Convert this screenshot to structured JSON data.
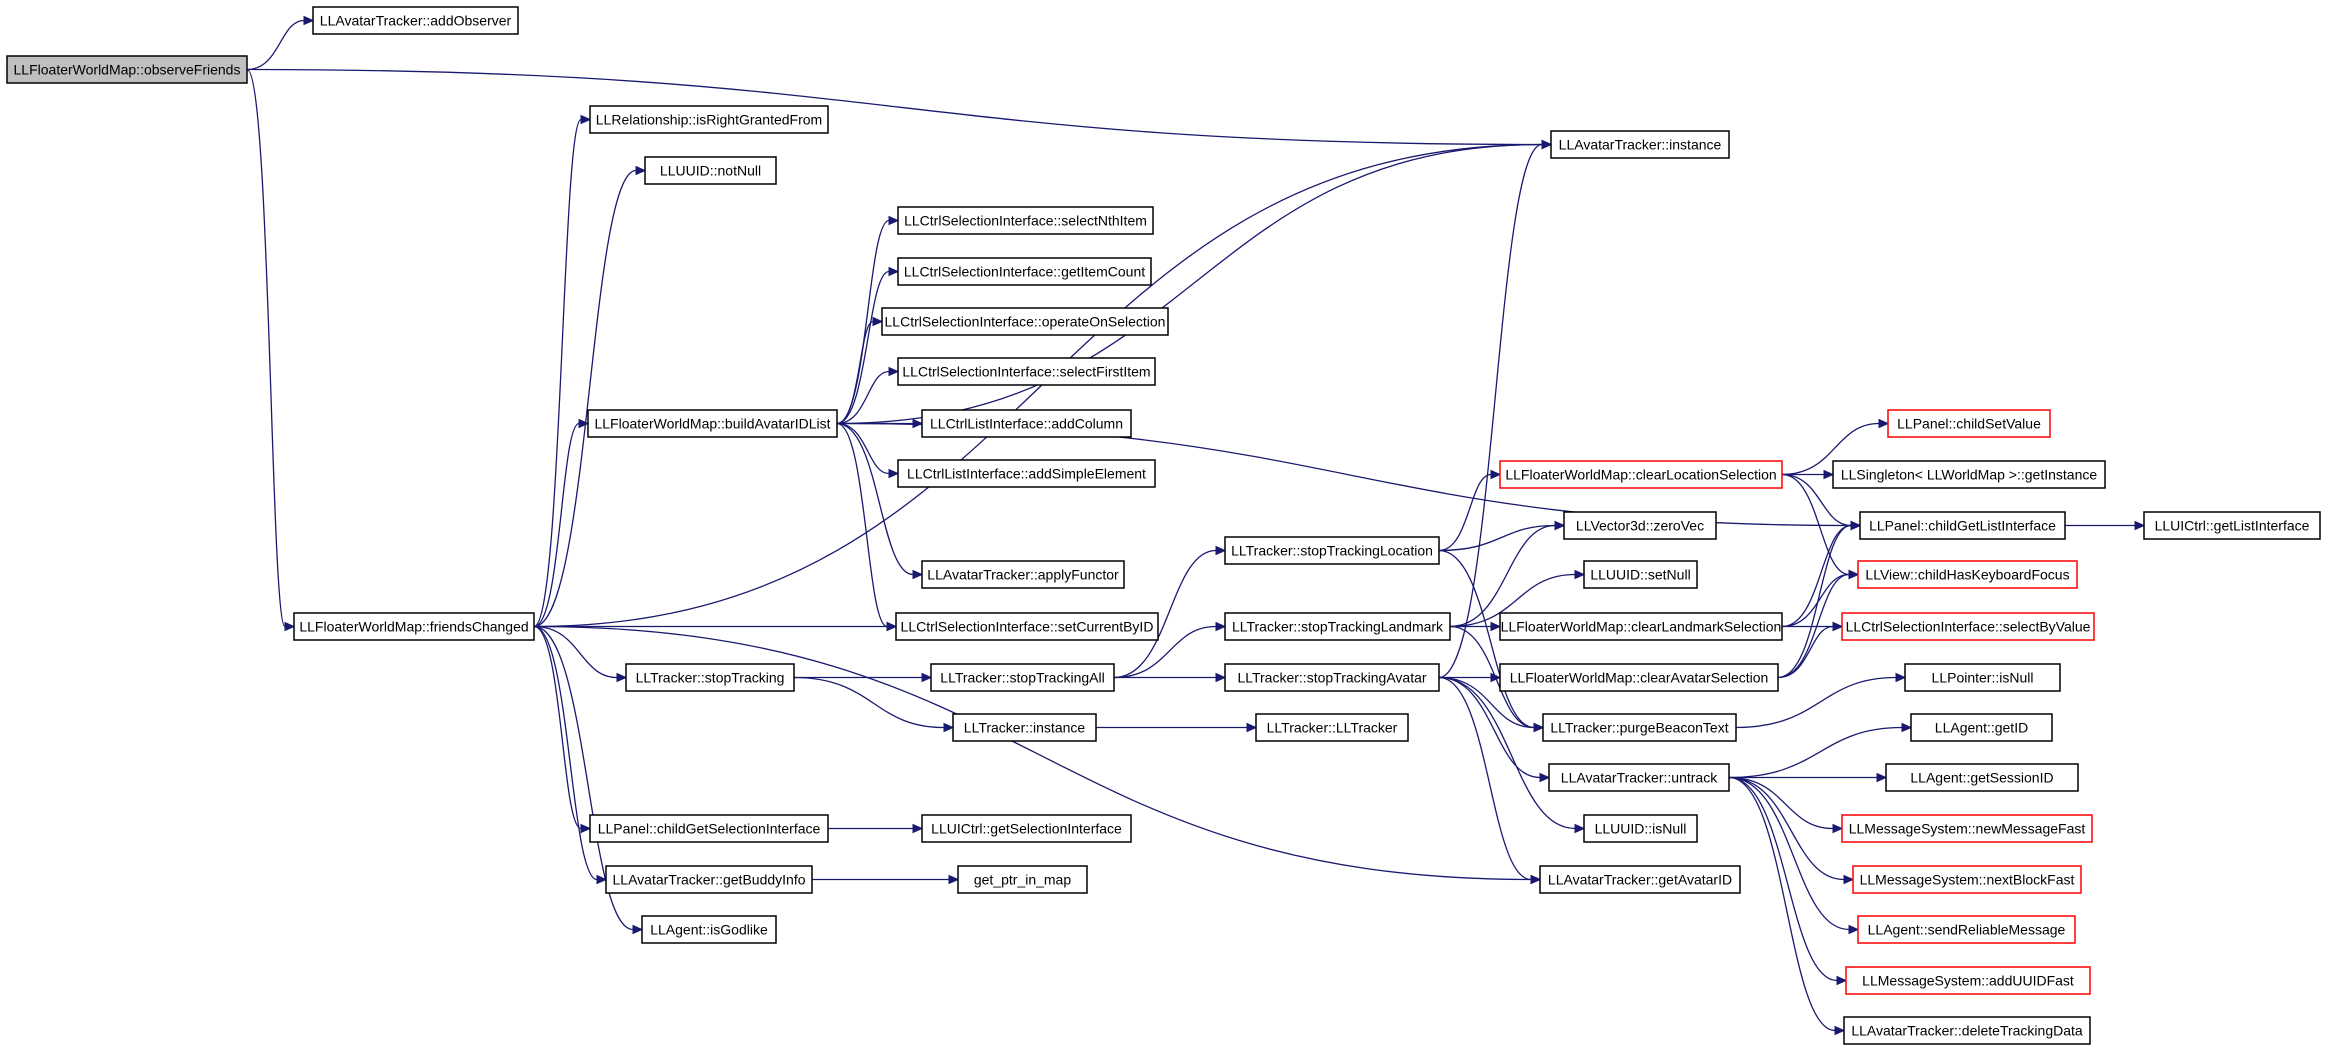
{
  "colors": {
    "edge": "#191970",
    "node_border": "#000000",
    "highlight_border": "#ff0000",
    "root_fill": "#bfbfbf"
  },
  "nodes": [
    {
      "id": "observeFriends",
      "label": "LLFloaterWorldMap::observeFriends",
      "root": true
    },
    {
      "id": "addObserver",
      "label": "LLAvatarTracker::addObserver"
    },
    {
      "id": "isRightGranted",
      "label": "LLRelationship::isRightGrantedFrom"
    },
    {
      "id": "notNull",
      "label": "LLUUID::notNull"
    },
    {
      "id": "avInstance",
      "label": "LLAvatarTracker::instance"
    },
    {
      "id": "selectNth",
      "label": "LLCtrlSelectionInterface::selectNthItem"
    },
    {
      "id": "getItemCount",
      "label": "LLCtrlSelectionInterface::getItemCount"
    },
    {
      "id": "operateOnSel",
      "label": "LLCtrlSelectionInterface::operateOnSelection"
    },
    {
      "id": "selectFirst",
      "label": "LLCtrlSelectionInterface::selectFirstItem"
    },
    {
      "id": "buildAvatar",
      "label": "LLFloaterWorldMap::buildAvatarIDList"
    },
    {
      "id": "addColumn",
      "label": "LLCtrlListInterface::addColumn"
    },
    {
      "id": "addSimple",
      "label": "LLCtrlListInterface::addSimpleElement"
    },
    {
      "id": "childSetValue",
      "label": "LLPanel::childSetValue",
      "red": true
    },
    {
      "id": "clearLocSel",
      "label": "LLFloaterWorldMap::clearLocationSelection",
      "red": true
    },
    {
      "id": "singleton",
      "label": "LLSingleton< LLWorldMap >::getInstance"
    },
    {
      "id": "childGetList",
      "label": "LLPanel::childGetListInterface"
    },
    {
      "id": "uiGetList",
      "label": "LLUICtrl::getListInterface"
    },
    {
      "id": "zeroVec",
      "label": "LLVector3d::zeroVec"
    },
    {
      "id": "stopTrackLoc",
      "label": "LLTracker::stopTrackingLocation"
    },
    {
      "id": "applyFunctor",
      "label": "LLAvatarTracker::applyFunctor"
    },
    {
      "id": "setNull",
      "label": "LLUUID::setNull"
    },
    {
      "id": "childHasKb",
      "label": "LLView::childHasKeyboardFocus",
      "red": true
    },
    {
      "id": "friendsChanged",
      "label": "LLFloaterWorldMap::friendsChanged"
    },
    {
      "id": "setCurrentById",
      "label": "LLCtrlSelectionInterface::setCurrentByID"
    },
    {
      "id": "stopTrackLand",
      "label": "LLTracker::stopTrackingLandmark"
    },
    {
      "id": "clearLandSel",
      "label": "LLFloaterWorldMap::clearLandmarkSelection"
    },
    {
      "id": "selectByValue",
      "label": "LLCtrlSelectionInterface::selectByValue",
      "red": true
    },
    {
      "id": "stopTracking",
      "label": "LLTracker::stopTracking"
    },
    {
      "id": "stopTrackAll",
      "label": "LLTracker::stopTrackingAll"
    },
    {
      "id": "stopTrackAv",
      "label": "LLTracker::stopTrackingAvatar"
    },
    {
      "id": "clearAvSel",
      "label": "LLFloaterWorldMap::clearAvatarSelection"
    },
    {
      "id": "isNullPtr",
      "label": "LLPointer::isNull"
    },
    {
      "id": "trInstance",
      "label": "LLTracker::instance"
    },
    {
      "id": "trCtor",
      "label": "LLTracker::LLTracker"
    },
    {
      "id": "purgeBeacon",
      "label": "LLTracker::purgeBeaconText"
    },
    {
      "id": "getID",
      "label": "LLAgent::getID"
    },
    {
      "id": "untrack",
      "label": "LLAvatarTracker::untrack"
    },
    {
      "id": "getSessionID",
      "label": "LLAgent::getSessionID"
    },
    {
      "id": "childGetSel",
      "label": "LLPanel::childGetSelectionInterface"
    },
    {
      "id": "uiGetSel",
      "label": "LLUICtrl::getSelectionInterface"
    },
    {
      "id": "uuidIsNull",
      "label": "LLUUID::isNull"
    },
    {
      "id": "newMsgFast",
      "label": "LLMessageSystem::newMessageFast",
      "red": true
    },
    {
      "id": "getBuddyInfo",
      "label": "LLAvatarTracker::getBuddyInfo"
    },
    {
      "id": "getPtrInMap",
      "label": "get_ptr_in_map"
    },
    {
      "id": "getAvatarID",
      "label": "LLAvatarTracker::getAvatarID"
    },
    {
      "id": "nextBlockFast",
      "label": "LLMessageSystem::nextBlockFast",
      "red": true
    },
    {
      "id": "isGodlike",
      "label": "LLAgent::isGodlike"
    },
    {
      "id": "sendReliable",
      "label": "LLAgent::sendReliableMessage",
      "red": true
    },
    {
      "id": "addUUIDFast",
      "label": "LLMessageSystem::addUUIDFast",
      "red": true
    },
    {
      "id": "deleteTrack",
      "label": "LLAvatarTracker::deleteTrackingData"
    }
  ],
  "edges": [
    [
      "observeFriends",
      "addObserver"
    ],
    [
      "observeFriends",
      "avInstance"
    ],
    [
      "observeFriends",
      "friendsChanged"
    ],
    [
      "friendsChanged",
      "isRightGranted"
    ],
    [
      "friendsChanged",
      "notNull"
    ],
    [
      "friendsChanged",
      "avInstance"
    ],
    [
      "friendsChanged",
      "buildAvatar"
    ],
    [
      "friendsChanged",
      "setCurrentById"
    ],
    [
      "friendsChanged",
      "stopTracking"
    ],
    [
      "friendsChanged",
      "childGetSel"
    ],
    [
      "friendsChanged",
      "getBuddyInfo"
    ],
    [
      "friendsChanged",
      "isGodlike"
    ],
    [
      "friendsChanged",
      "getAvatarID"
    ],
    [
      "buildAvatar",
      "avInstance"
    ],
    [
      "buildAvatar",
      "selectNth"
    ],
    [
      "buildAvatar",
      "getItemCount"
    ],
    [
      "buildAvatar",
      "operateOnSel"
    ],
    [
      "buildAvatar",
      "selectFirst"
    ],
    [
      "buildAvatar",
      "addColumn"
    ],
    [
      "buildAvatar",
      "addSimple"
    ],
    [
      "buildAvatar",
      "applyFunctor"
    ],
    [
      "buildAvatar",
      "setCurrentById"
    ],
    [
      "buildAvatar",
      "childGetList"
    ],
    [
      "stopTracking",
      "stopTrackAll"
    ],
    [
      "stopTracking",
      "trInstance"
    ],
    [
      "stopTrackAll",
      "stopTrackLoc"
    ],
    [
      "stopTrackAll",
      "stopTrackLand"
    ],
    [
      "stopTrackAll",
      "stopTrackAv"
    ],
    [
      "trInstance",
      "trCtor"
    ],
    [
      "stopTrackLoc",
      "clearLocSel"
    ],
    [
      "stopTrackLoc",
      "zeroVec"
    ],
    [
      "stopTrackLoc",
      "purgeBeacon"
    ],
    [
      "stopTrackLand",
      "zeroVec"
    ],
    [
      "stopTrackLand",
      "setNull"
    ],
    [
      "stopTrackLand",
      "clearLandSel"
    ],
    [
      "stopTrackLand",
      "purgeBeacon"
    ],
    [
      "stopTrackAv",
      "avInstance"
    ],
    [
      "stopTrackAv",
      "clearAvSel"
    ],
    [
      "stopTrackAv",
      "purgeBeacon"
    ],
    [
      "stopTrackAv",
      "untrack"
    ],
    [
      "stopTrackAv",
      "uuidIsNull"
    ],
    [
      "stopTrackAv",
      "getAvatarID"
    ],
    [
      "clearLocSel",
      "childSetValue"
    ],
    [
      "clearLocSel",
      "singleton"
    ],
    [
      "clearLocSel",
      "childGetList"
    ],
    [
      "clearLocSel",
      "childHasKb"
    ],
    [
      "clearLandSel",
      "childGetList"
    ],
    [
      "clearLandSel",
      "childHasKb"
    ],
    [
      "clearLandSel",
      "selectByValue"
    ],
    [
      "clearAvSel",
      "childGetList"
    ],
    [
      "clearAvSel",
      "childHasKb"
    ],
    [
      "clearAvSel",
      "selectByValue"
    ],
    [
      "childGetList",
      "uiGetList"
    ],
    [
      "purgeBeacon",
      "isNullPtr"
    ],
    [
      "untrack",
      "getID"
    ],
    [
      "untrack",
      "getSessionID"
    ],
    [
      "untrack",
      "newMsgFast"
    ],
    [
      "untrack",
      "nextBlockFast"
    ],
    [
      "untrack",
      "sendReliable"
    ],
    [
      "untrack",
      "addUUIDFast"
    ],
    [
      "untrack",
      "deleteTrack"
    ],
    [
      "childGetSel",
      "uiGetSel"
    ],
    [
      "getBuddyInfo",
      "getPtrInMap"
    ]
  ]
}
